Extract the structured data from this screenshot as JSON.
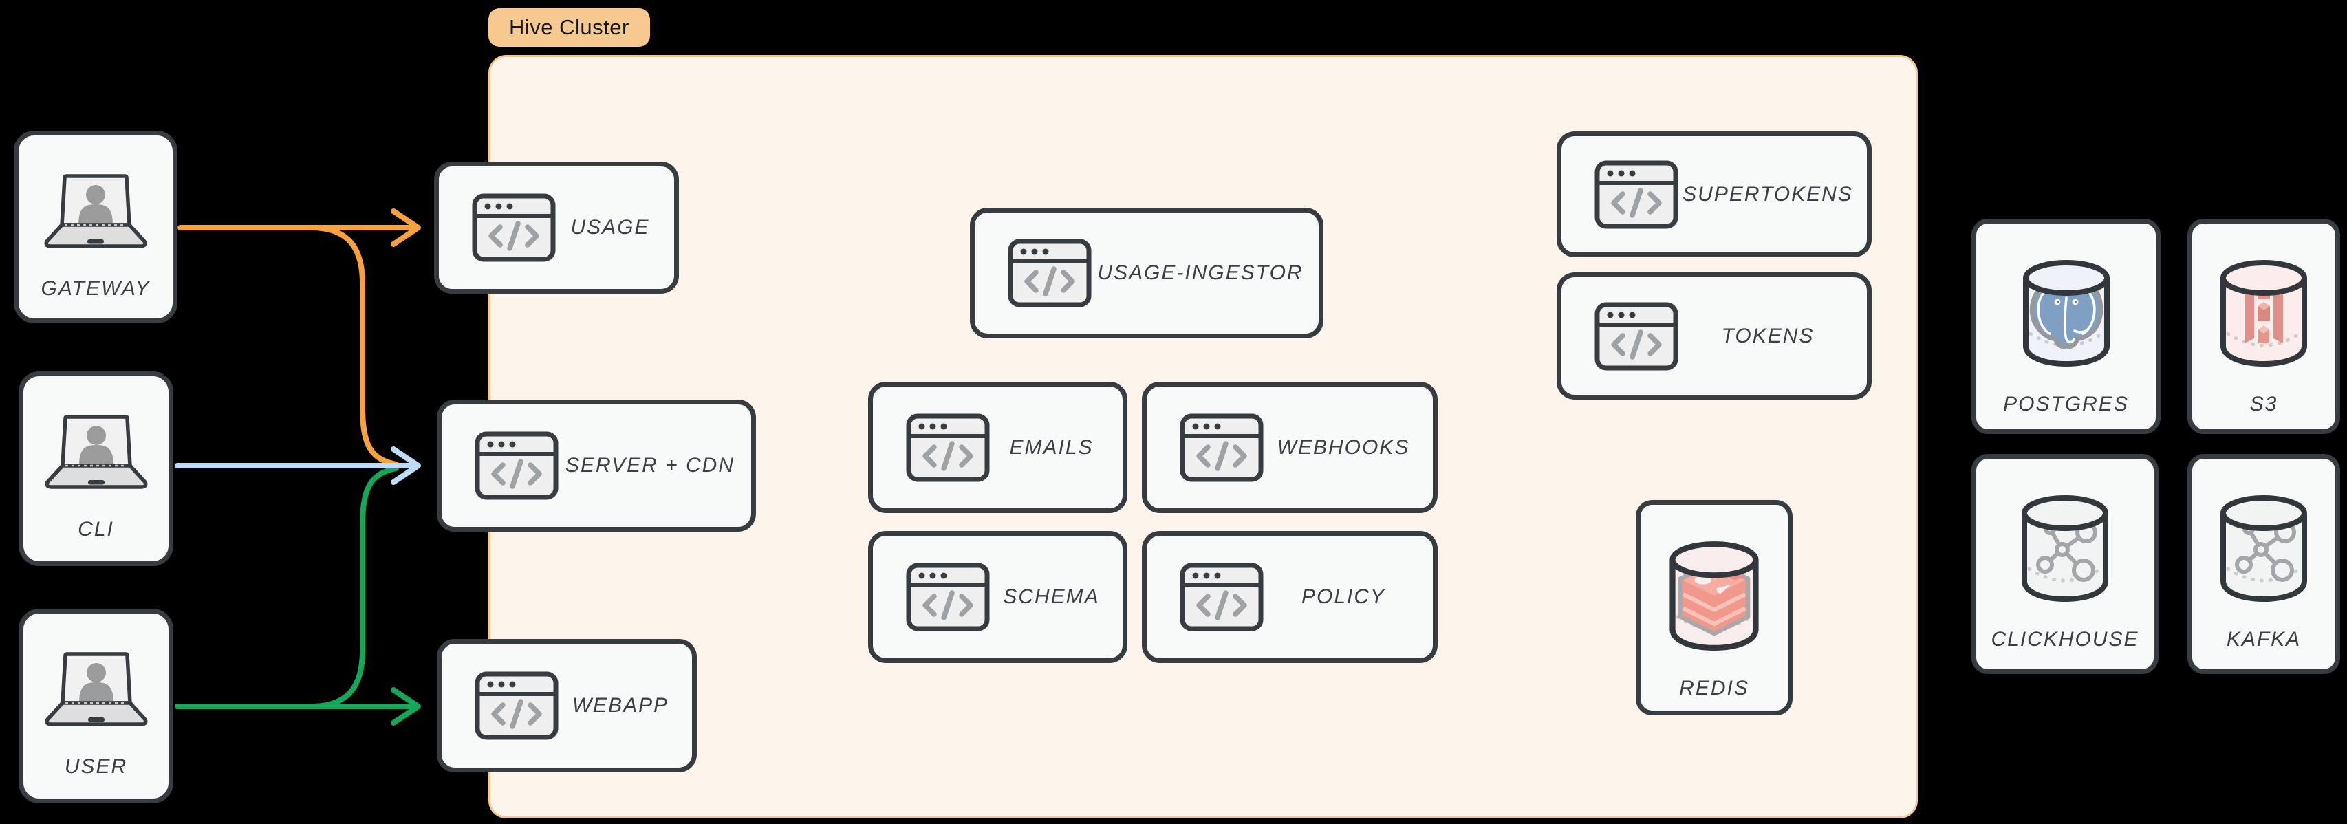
{
  "cluster": {
    "tag_label": "Hive Cluster",
    "tag_bg": "#F6C990",
    "bg": "#FDF4EB",
    "border_color": "#F5C78E"
  },
  "actors": [
    {
      "id": "gateway",
      "label": "GATEWAY",
      "icon": "laptop-user-icon"
    },
    {
      "id": "cli",
      "label": "CLI",
      "icon": "laptop-user-icon"
    },
    {
      "id": "user",
      "label": "USER",
      "icon": "laptop-user-icon"
    }
  ],
  "services": [
    {
      "id": "usage",
      "label": "USAGE",
      "icon": "code-window-icon"
    },
    {
      "id": "server-cdn",
      "label": "SERVER + CDN",
      "icon": "code-window-icon"
    },
    {
      "id": "webapp",
      "label": "WEBAPP",
      "icon": "code-window-icon"
    },
    {
      "id": "usage-ingestor",
      "label": "USAGE-INGESTOR",
      "icon": "code-window-icon"
    },
    {
      "id": "emails",
      "label": "EMAILS",
      "icon": "code-window-icon"
    },
    {
      "id": "webhooks",
      "label": "WEBHOOKS",
      "icon": "code-window-icon"
    },
    {
      "id": "schema",
      "label": "SCHEMA",
      "icon": "code-window-icon"
    },
    {
      "id": "policy",
      "label": "POLICY",
      "icon": "code-window-icon"
    },
    {
      "id": "supertokens",
      "label": "SUPERTOKENS",
      "icon": "code-window-icon"
    },
    {
      "id": "tokens",
      "label": "TOKENS",
      "icon": "code-window-icon"
    }
  ],
  "datastores": [
    {
      "id": "redis",
      "label": "REDIS",
      "icon": "database-cylinder-icon",
      "logo": "redis-logo"
    },
    {
      "id": "postgres",
      "label": "POSTGRES",
      "icon": "database-cylinder-icon",
      "logo": "postgres-logo"
    },
    {
      "id": "s3",
      "label": "S3",
      "icon": "database-cylinder-icon",
      "logo": "s3-logo"
    },
    {
      "id": "clickhouse",
      "label": "CLICKHOUSE",
      "icon": "database-cylinder-icon",
      "logo": "molecule-logo"
    },
    {
      "id": "kafka",
      "label": "KAFKA",
      "icon": "database-cylinder-icon",
      "logo": "molecule-logo"
    }
  ],
  "edges": [
    {
      "from": "GATEWAY",
      "to": "USAGE",
      "color_key": "orange"
    },
    {
      "from": "GATEWAY",
      "to": "SERVER + CDN",
      "color_key": "orange"
    },
    {
      "from": "CLI",
      "to": "SERVER + CDN",
      "color_key": "blue"
    },
    {
      "from": "USER",
      "to": "SERVER + CDN",
      "color_key": "green"
    },
    {
      "from": "USER",
      "to": "WEBAPP",
      "color_key": "green"
    }
  ],
  "colors": {
    "orange": "#F8A13F",
    "blue": "#BEDCF7",
    "green": "#16A65A",
    "node_border": "#373C41",
    "node_fill": "#F8F9F9",
    "label": "#3A4045",
    "icon_gray": "#9EA2A5",
    "postgres_blue": "#7FA0C2",
    "redis_red": "#F0988C",
    "s3_red": "#E2968D"
  }
}
